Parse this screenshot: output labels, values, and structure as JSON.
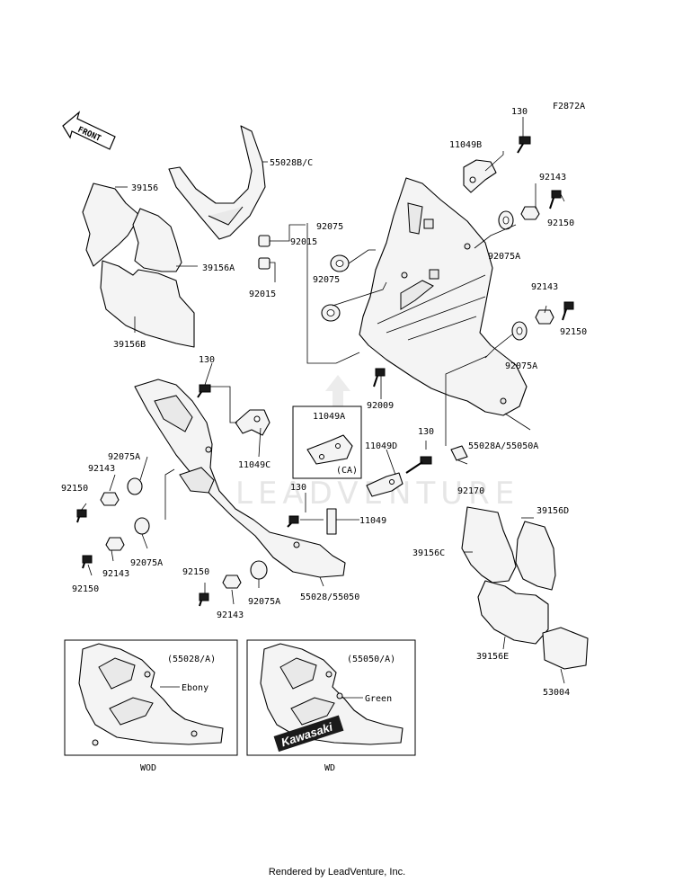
{
  "figure_code": "F2872A",
  "front_arrow_label": "FRONT",
  "watermark": "LEADVENTURE",
  "footer": "Rendered by LeadVenture, Inc.",
  "callouts": {
    "p130_top": "130",
    "p11049B": "11049B",
    "p92143_top": "92143",
    "p92150_top": "92150",
    "p55028BC": "55028B/C",
    "p39156": "39156",
    "p92075_a": "92075",
    "p92015_a": "92015",
    "p92075A_top": "92075A",
    "p39156A": "39156A",
    "p92015_b": "92015",
    "p92075_b": "92075",
    "p92143_mid": "92143",
    "p92150_mid": "92150",
    "p39156B": "39156B",
    "p92075A_mid": "92075A",
    "p130_left": "130",
    "p92009": "92009",
    "p11049A": "11049A",
    "pCA": "(CA)",
    "p55028A55050A": "55028A/55050A",
    "p130_center": "130",
    "p11049D": "11049D",
    "p11049C": "11049C",
    "p92075A_left": "92075A",
    "p92143_left": "92143",
    "p92150_left": "92150",
    "p92170": "92170",
    "p130_low": "130",
    "p11049": "11049",
    "p39156D": "39156D",
    "p39156C": "39156C",
    "p92075A_low": "92075A",
    "p92143_low": "92143",
    "p92150_low": "92150",
    "p92150_bottom": "92150",
    "p92075A_bottom": "92075A",
    "p92143_bottom": "92143",
    "p55028_55050": "55028/55050",
    "p39156E": "39156E",
    "p53004": "53004"
  },
  "variants": [
    {
      "code": "(55028/A)",
      "color": "Ebony",
      "model": "WOD",
      "decal": ""
    },
    {
      "code": "(55050/A)",
      "color": "Green",
      "model": "WD",
      "decal": "Kawasaki"
    }
  ]
}
